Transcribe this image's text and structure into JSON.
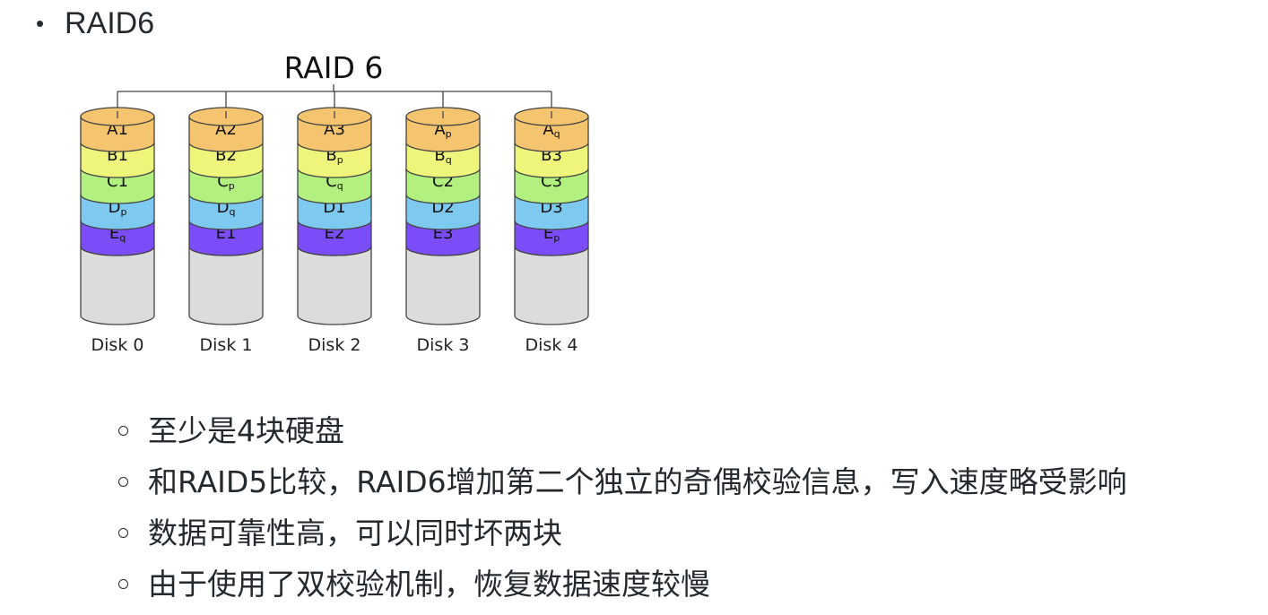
{
  "top_item": {
    "bullet": "•",
    "text": "RAID6"
  },
  "diagram": {
    "title": "RAID 6",
    "block_colors": [
      "#f4c56e",
      "#eef57a",
      "#b2f07f",
      "#7ec9f0",
      "#7a4df8"
    ],
    "empty_color": "#dcdcdc",
    "disks": [
      {
        "label": "Disk 0",
        "blocks": [
          [
            "A",
            "1"
          ],
          [
            "B",
            "1"
          ],
          [
            "C",
            "1"
          ],
          [
            "D",
            "p"
          ],
          [
            "E",
            "q"
          ]
        ]
      },
      {
        "label": "Disk 1",
        "blocks": [
          [
            "A",
            "2"
          ],
          [
            "B",
            "2"
          ],
          [
            "C",
            "p"
          ],
          [
            "D",
            "q"
          ],
          [
            "E",
            "1"
          ]
        ]
      },
      {
        "label": "Disk 2",
        "blocks": [
          [
            "A",
            "3"
          ],
          [
            "B",
            "p"
          ],
          [
            "C",
            "q"
          ],
          [
            "D",
            "1"
          ],
          [
            "E",
            "2"
          ]
        ]
      },
      {
        "label": "Disk 3",
        "blocks": [
          [
            "A",
            "p"
          ],
          [
            "B",
            "q"
          ],
          [
            "C",
            "2"
          ],
          [
            "D",
            "2"
          ],
          [
            "E",
            "3"
          ]
        ]
      },
      {
        "label": "Disk 4",
        "blocks": [
          [
            "A",
            "q"
          ],
          [
            "B",
            "3"
          ],
          [
            "C",
            "3"
          ],
          [
            "D",
            "3"
          ],
          [
            "E",
            "p"
          ]
        ]
      }
    ]
  },
  "sub_items": [
    "至少是4块硬盘",
    "和RAID5比较，RAID6增加第二个独立的奇偶校验信息，写入速度略受影响",
    "数据可靠性高，可以同时坏两块",
    "由于使用了双校验机制，恢复数据速度较慢"
  ]
}
